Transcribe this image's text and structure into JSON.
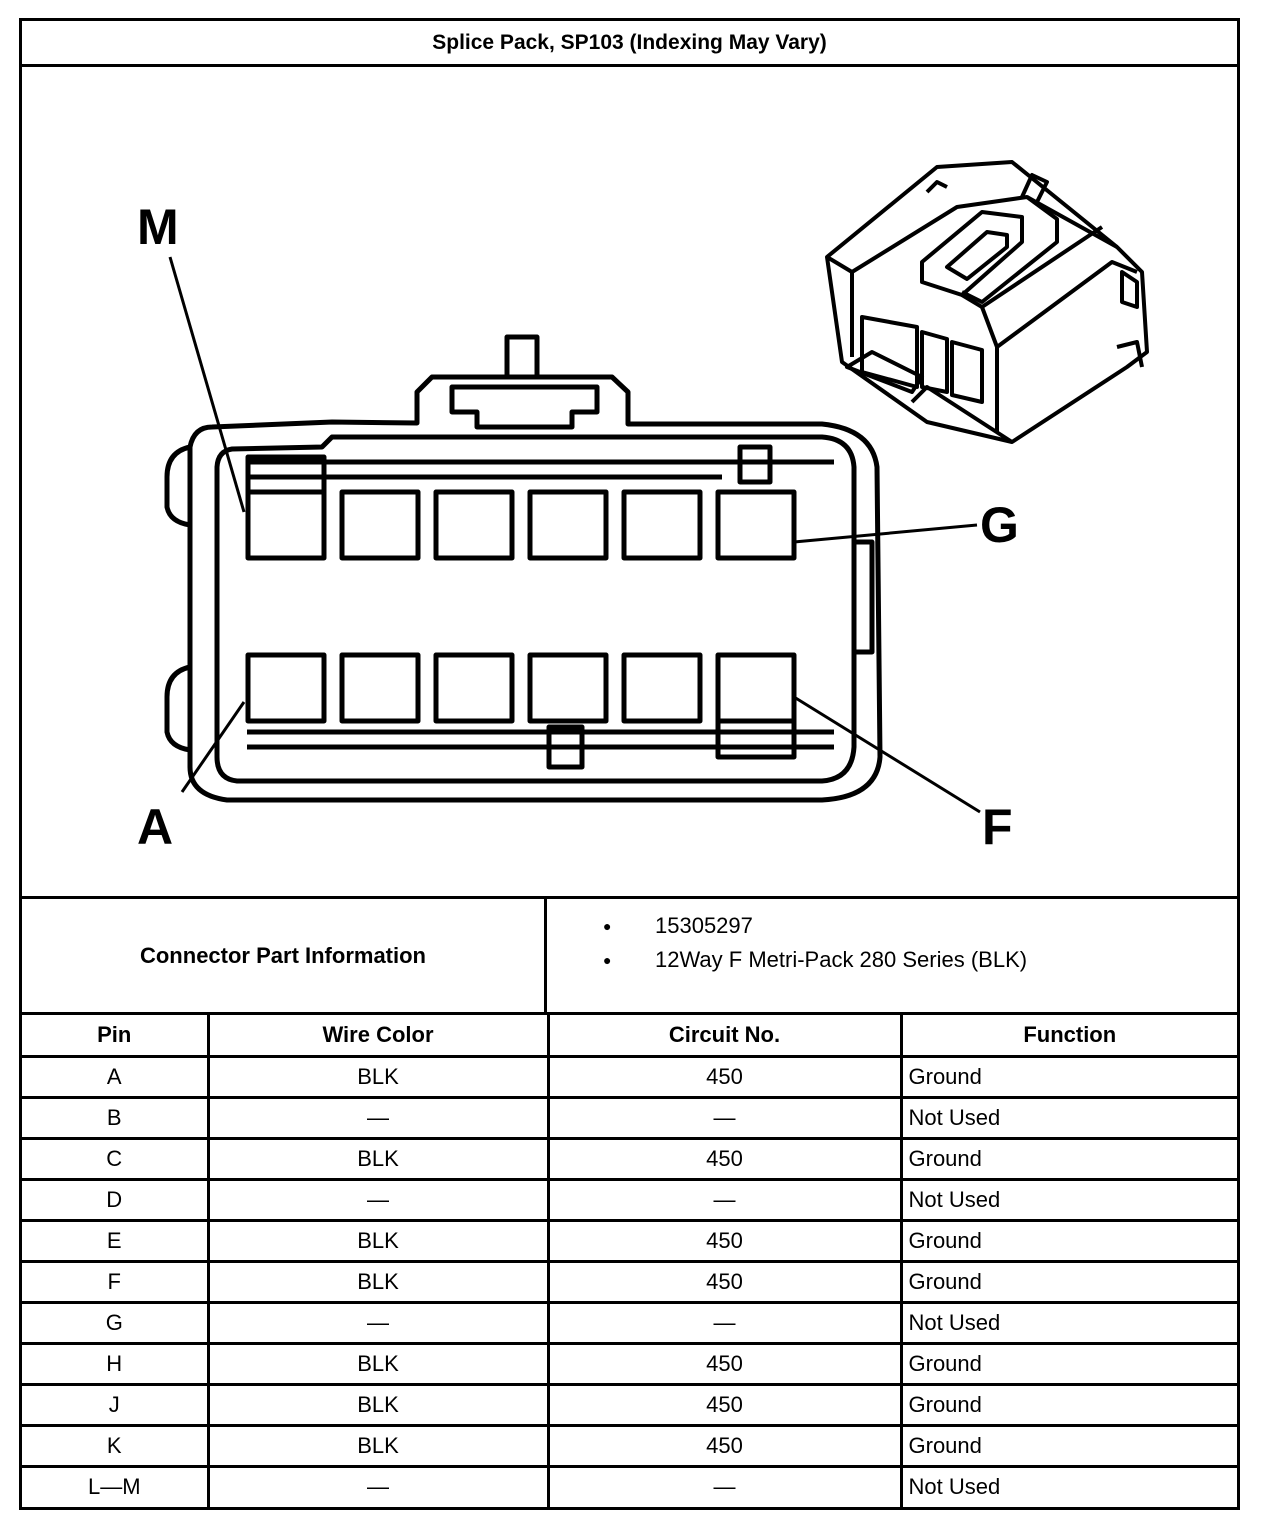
{
  "title": "Splice Pack, SP103 (Indexing May Vary)",
  "diagram": {
    "pin_labels": {
      "top_left": "M",
      "right_top": "G",
      "bottom_left": "A",
      "right_bottom": "F"
    },
    "icons": [
      "connector-face-icon",
      "connector-3d-icon"
    ]
  },
  "connector_info": {
    "label": "Connector Part Information",
    "items": [
      "15305297",
      "12Way F Metri-Pack 280 Series (BLK)"
    ]
  },
  "table": {
    "headers": [
      "Pin",
      "Wire Color",
      "Circuit No.",
      "Function"
    ],
    "rows": [
      [
        "A",
        "BLK",
        "450",
        "Ground"
      ],
      [
        "B",
        "—",
        "—",
        "Not Used"
      ],
      [
        "C",
        "BLK",
        "450",
        "Ground"
      ],
      [
        "D",
        "—",
        "—",
        "Not Used"
      ],
      [
        "E",
        "BLK",
        "450",
        "Ground"
      ],
      [
        "F",
        "BLK",
        "450",
        "Ground"
      ],
      [
        "G",
        "—",
        "—",
        "Not Used"
      ],
      [
        "H",
        "BLK",
        "450",
        "Ground"
      ],
      [
        "J",
        "BLK",
        "450",
        "Ground"
      ],
      [
        "K",
        "BLK",
        "450",
        "Ground"
      ],
      [
        "L—M",
        "—",
        "—",
        "Not Used"
      ]
    ]
  }
}
